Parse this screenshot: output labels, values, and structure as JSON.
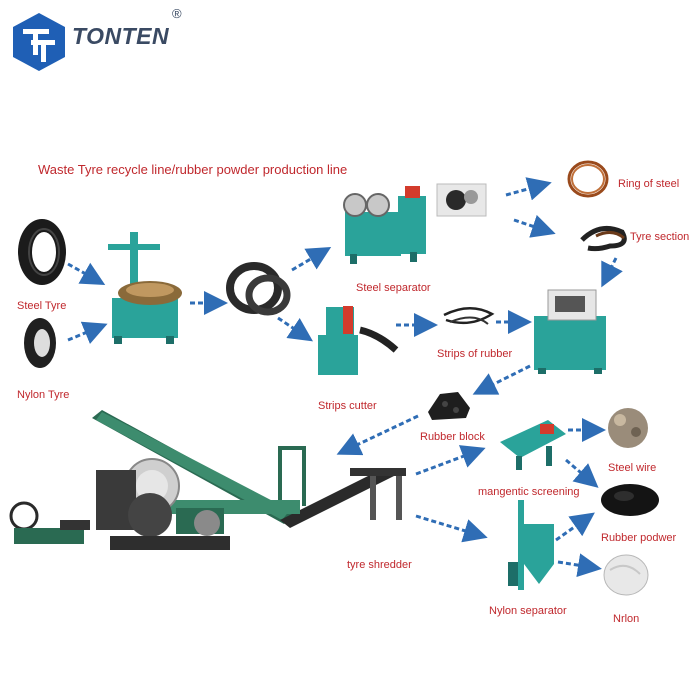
{
  "brand": {
    "name": "TONTEN",
    "registered": "®"
  },
  "title": "Waste Tyre recycle line/rubber powder production line",
  "labels": {
    "steel_tyre": "Steel Tyre",
    "nylon_tyre": "Nylon Tyre",
    "steel_separator": "Steel separator",
    "ring_of_steel": "Ring of steel",
    "tyre_section": "Tyre section",
    "strips_cutter": "Strips cutter",
    "strips_of_rubber": "Strips of rubber",
    "rubber_block": "Rubber block",
    "mangentic_screening": "mangentic screening",
    "steel_wire": "Steel wire",
    "rubber_podwer": "Rubber podwer",
    "tyre_shredder": "tyre shredder",
    "nylon_separator": "Nylon separator",
    "nrlon": "Nrlon"
  },
  "colors": {
    "label_red": "#c0282d",
    "arrow_blue": "#2f6db5",
    "machine_teal": "#2aa39a",
    "brand_blue": "#1f5fb5",
    "brand_text": "#3a4a63"
  }
}
